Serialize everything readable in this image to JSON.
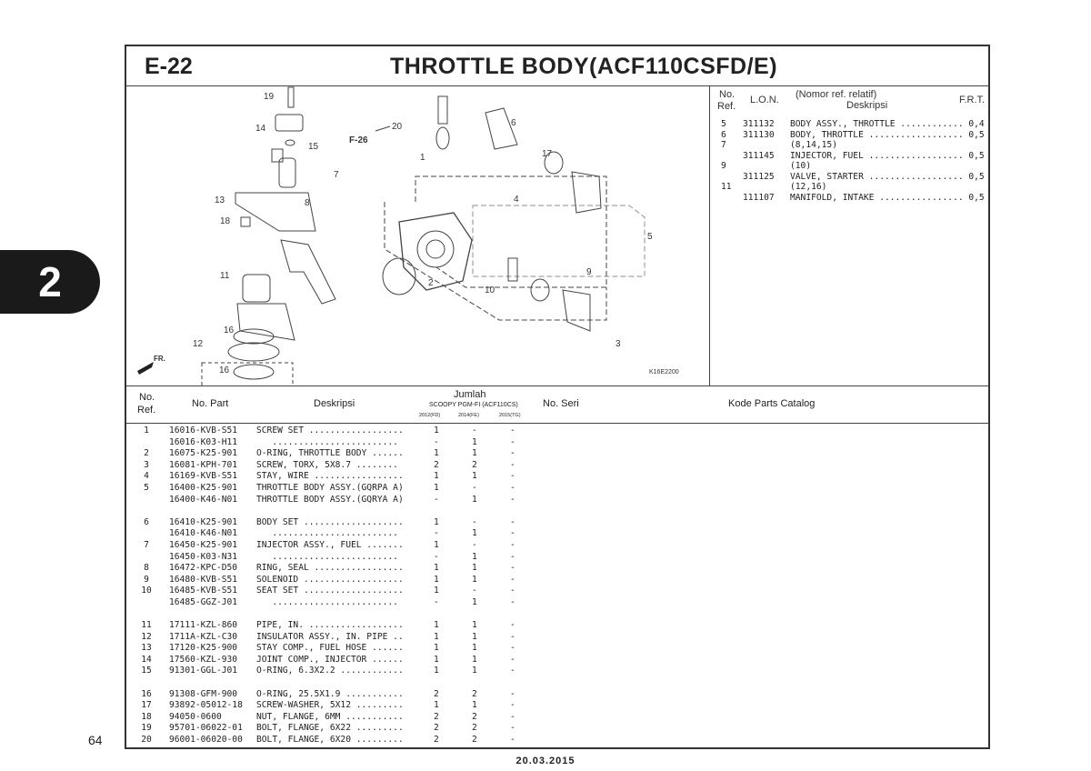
{
  "section_code": "E-22",
  "title": "THROTTLE BODY(ACF110CSFD/E)",
  "chapter_tab": "2",
  "page_number": "64",
  "date": "20.03.2015",
  "diagram": {
    "code": "K16E2200",
    "front_label": "FR.",
    "ref_label": "F-26",
    "labels": [
      "19",
      "14",
      "15",
      "7",
      "13",
      "8",
      "18",
      "11",
      "16",
      "12",
      "16",
      "20",
      "1",
      "6",
      "17",
      "4",
      "5",
      "2",
      "10",
      "9",
      "3"
    ]
  },
  "lon_table": {
    "headers": {
      "ref_no": "No.",
      "ref": "Ref.",
      "lon": "L.O.N.",
      "rel": "(Nomor ref. relatif)",
      "desc": "Deskripsi",
      "frt": "F.R.T."
    },
    "rows": [
      {
        "ref": "5",
        "lon": "311132",
        "desc": "BODY ASSY., THROTTLE ............ 0,4"
      },
      {
        "ref": "6",
        "lon": "311130",
        "desc": "BODY, THROTTLE .................. 0,5"
      },
      {
        "ref": "7",
        "lon": "",
        "desc": "(8,14,15)"
      },
      {
        "ref": "",
        "lon": "311145",
        "desc": "INJECTOR, FUEL .................. 0,5"
      },
      {
        "ref": "9",
        "lon": "",
        "desc": "(10)"
      },
      {
        "ref": "",
        "lon": "311125",
        "desc": "VALVE, STARTER .................. 0,5"
      },
      {
        "ref": "11",
        "lon": "",
        "desc": "(12,16)"
      },
      {
        "ref": "",
        "lon": "111107",
        "desc": "MANIFOLD, INTAKE ................ 0,5"
      }
    ]
  },
  "parts_table": {
    "headers": {
      "ref_no": "No.",
      "ref": "Ref.",
      "part": "No. Part",
      "desc": "Deskripsi",
      "qty": "Jumlah",
      "model": "SCOOPY PGM-FI (ACF110CS)",
      "y1": "2012(FD)",
      "y2": "2014(FE)",
      "y3": "2015(TG)",
      "serial": "No. Seri",
      "catalog": "Kode Parts Catalog"
    },
    "rows": [
      {
        "ref": "1",
        "part": "16016-KVB-S51",
        "desc": "SCREW SET ..................",
        "q": [
          "1",
          "-",
          "-"
        ]
      },
      {
        "ref": "",
        "part": "16016-K03-H11",
        "desc": "   ........................",
        "q": [
          "-",
          "1",
          "-"
        ]
      },
      {
        "ref": "2",
        "part": "16075-K25-901",
        "desc": "O-RING, THROTTLE BODY ......",
        "q": [
          "1",
          "1",
          "-"
        ]
      },
      {
        "ref": "3",
        "part": "16081-KPH-701",
        "desc": "SCREW, TORX, 5X8.7 ........",
        "q": [
          "2",
          "2",
          "-"
        ]
      },
      {
        "ref": "4",
        "part": "16169-KVB-S51",
        "desc": "STAY, WIRE .................",
        "q": [
          "1",
          "1",
          "-"
        ]
      },
      {
        "ref": "5",
        "part": "16400-K25-901",
        "desc": "THROTTLE BODY ASSY.(GQRPA A)",
        "q": [
          "1",
          "-",
          "-"
        ]
      },
      {
        "ref": "",
        "part": "16400-K46-N01",
        "desc": "THROTTLE BODY ASSY.(GQRYA A)",
        "q": [
          "-",
          "1",
          "-"
        ]
      },
      null,
      {
        "ref": "6",
        "part": "16410-K25-901",
        "desc": "BODY SET ...................",
        "q": [
          "1",
          "-",
          "-"
        ]
      },
      {
        "ref": "",
        "part": "16410-K46-N01",
        "desc": "   ........................",
        "q": [
          "-",
          "1",
          "-"
        ]
      },
      {
        "ref": "7",
        "part": "16450-K25-901",
        "desc": "INJECTOR ASSY., FUEL .......",
        "q": [
          "1",
          "-",
          "-"
        ]
      },
      {
        "ref": "",
        "part": "16450-K03-N31",
        "desc": "   ........................",
        "q": [
          "-",
          "1",
          "-"
        ]
      },
      {
        "ref": "8",
        "part": "16472-KPC-D50",
        "desc": "RING, SEAL .................",
        "q": [
          "1",
          "1",
          "-"
        ]
      },
      {
        "ref": "9",
        "part": "16480-KVB-S51",
        "desc": "SOLENOID ...................",
        "q": [
          "1",
          "1",
          "-"
        ]
      },
      {
        "ref": "10",
        "part": "16485-KVB-S51",
        "desc": "SEAT SET ...................",
        "q": [
          "1",
          "-",
          "-"
        ]
      },
      {
        "ref": "",
        "part": "16485-GGZ-J01",
        "desc": "   ........................",
        "q": [
          "-",
          "1",
          "-"
        ]
      },
      null,
      {
        "ref": "11",
        "part": "17111-KZL-860",
        "desc": "PIPE, IN. ..................",
        "q": [
          "1",
          "1",
          "-"
        ]
      },
      {
        "ref": "12",
        "part": "1711A-KZL-C30",
        "desc": "INSULATOR ASSY., IN. PIPE ..",
        "q": [
          "1",
          "1",
          "-"
        ]
      },
      {
        "ref": "13",
        "part": "17120-K25-900",
        "desc": "STAY COMP., FUEL HOSE ......",
        "q": [
          "1",
          "1",
          "-"
        ]
      },
      {
        "ref": "14",
        "part": "17560-KZL-930",
        "desc": "JOINT COMP., INJECTOR ......",
        "q": [
          "1",
          "1",
          "-"
        ]
      },
      {
        "ref": "15",
        "part": "91301-GGL-J01",
        "desc": "O-RING, 6.3X2.2 ............",
        "q": [
          "1",
          "1",
          "-"
        ]
      },
      null,
      {
        "ref": "16",
        "part": "91308-GFM-900",
        "desc": "O-RING, 25.5X1.9 ...........",
        "q": [
          "2",
          "2",
          "-"
        ]
      },
      {
        "ref": "17",
        "part": "93892-05012-18",
        "desc": "SCREW-WASHER, 5X12 .........",
        "q": [
          "1",
          "1",
          "-"
        ]
      },
      {
        "ref": "18",
        "part": "94050-0600",
        "desc": "NUT, FLANGE, 6MM ...........",
        "q": [
          "2",
          "2",
          "-"
        ]
      },
      {
        "ref": "19",
        "part": "95701-06022-01",
        "desc": "BOLT, FLANGE, 6X22 .........",
        "q": [
          "2",
          "2",
          "-"
        ]
      },
      {
        "ref": "20",
        "part": "96001-06020-00",
        "desc": "BOLT, FLANGE, 6X20 .........",
        "q": [
          "2",
          "2",
          "-"
        ]
      }
    ]
  }
}
